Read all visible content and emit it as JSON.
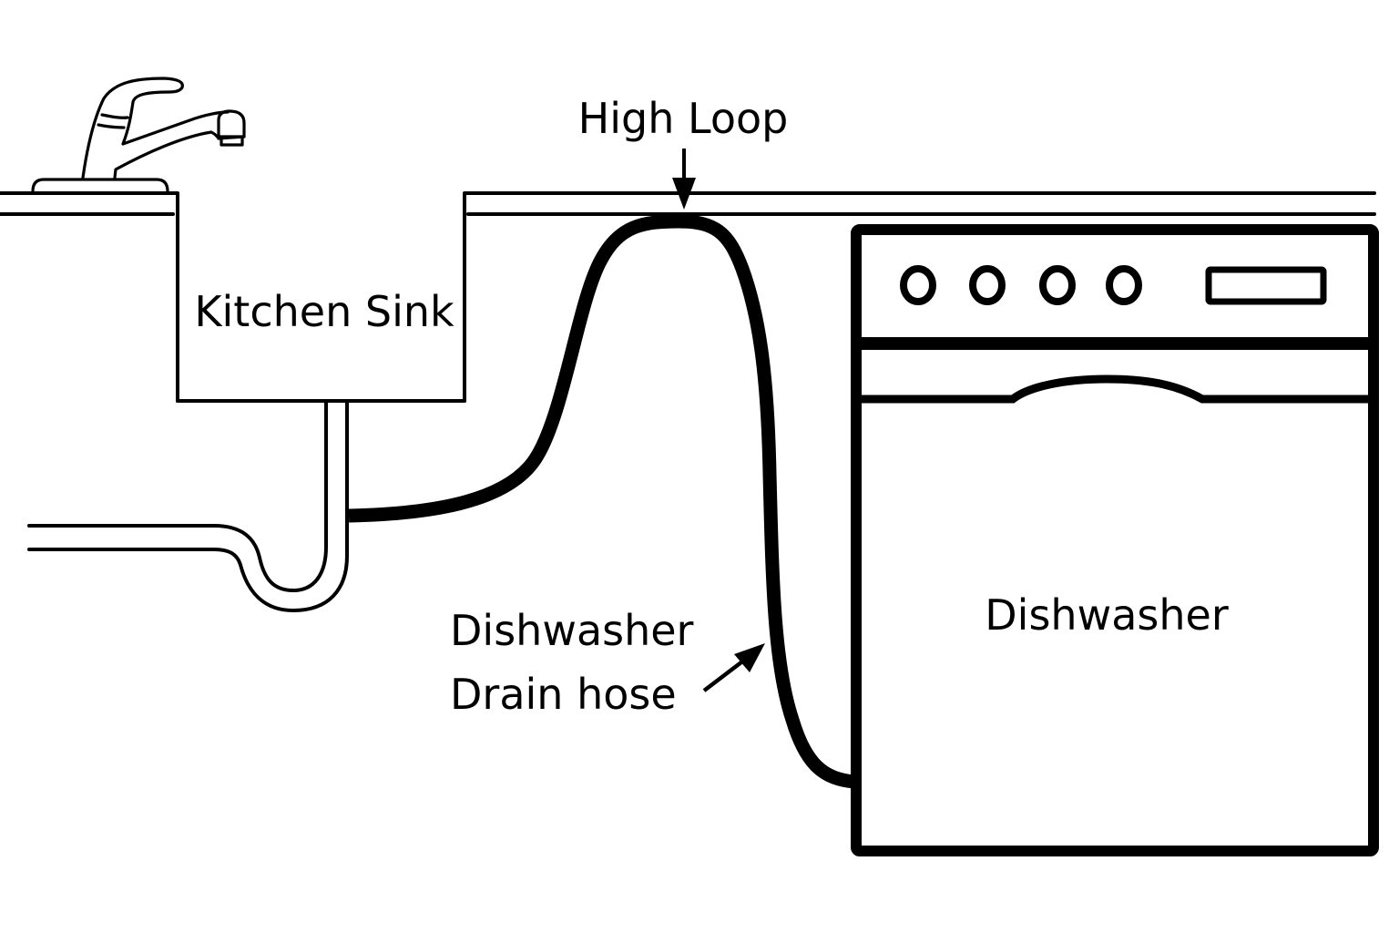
{
  "diagram": {
    "title": "Dishwasher drain high loop installation",
    "colors": {
      "line": "#000000",
      "background": "#ffffff"
    },
    "labels": {
      "high_loop": "High Loop",
      "kitchen_sink": "Kitchen Sink",
      "drain_hose_line1": "Dishwasher",
      "drain_hose_line2": "Drain hose",
      "dishwasher": "Dishwasher"
    },
    "components": [
      {
        "id": "faucet",
        "name": "Faucet"
      },
      {
        "id": "countertop",
        "name": "Countertop"
      },
      {
        "id": "kitchen-sink",
        "name": "Kitchen Sink"
      },
      {
        "id": "p-trap",
        "name": "Sink drain P-trap"
      },
      {
        "id": "drain-hose",
        "name": "Dishwasher Drain hose"
      },
      {
        "id": "dishwasher",
        "name": "Dishwasher"
      }
    ],
    "dishwasher_panel": {
      "knob_count": 4,
      "display_count": 1
    },
    "arrows": [
      {
        "id": "high-loop-arrow",
        "from": "High Loop label",
        "to": "top of drain hose loop"
      },
      {
        "id": "drain-hose-arrow",
        "from": "Dishwasher Drain hose label",
        "to": "drain hose"
      }
    ]
  }
}
